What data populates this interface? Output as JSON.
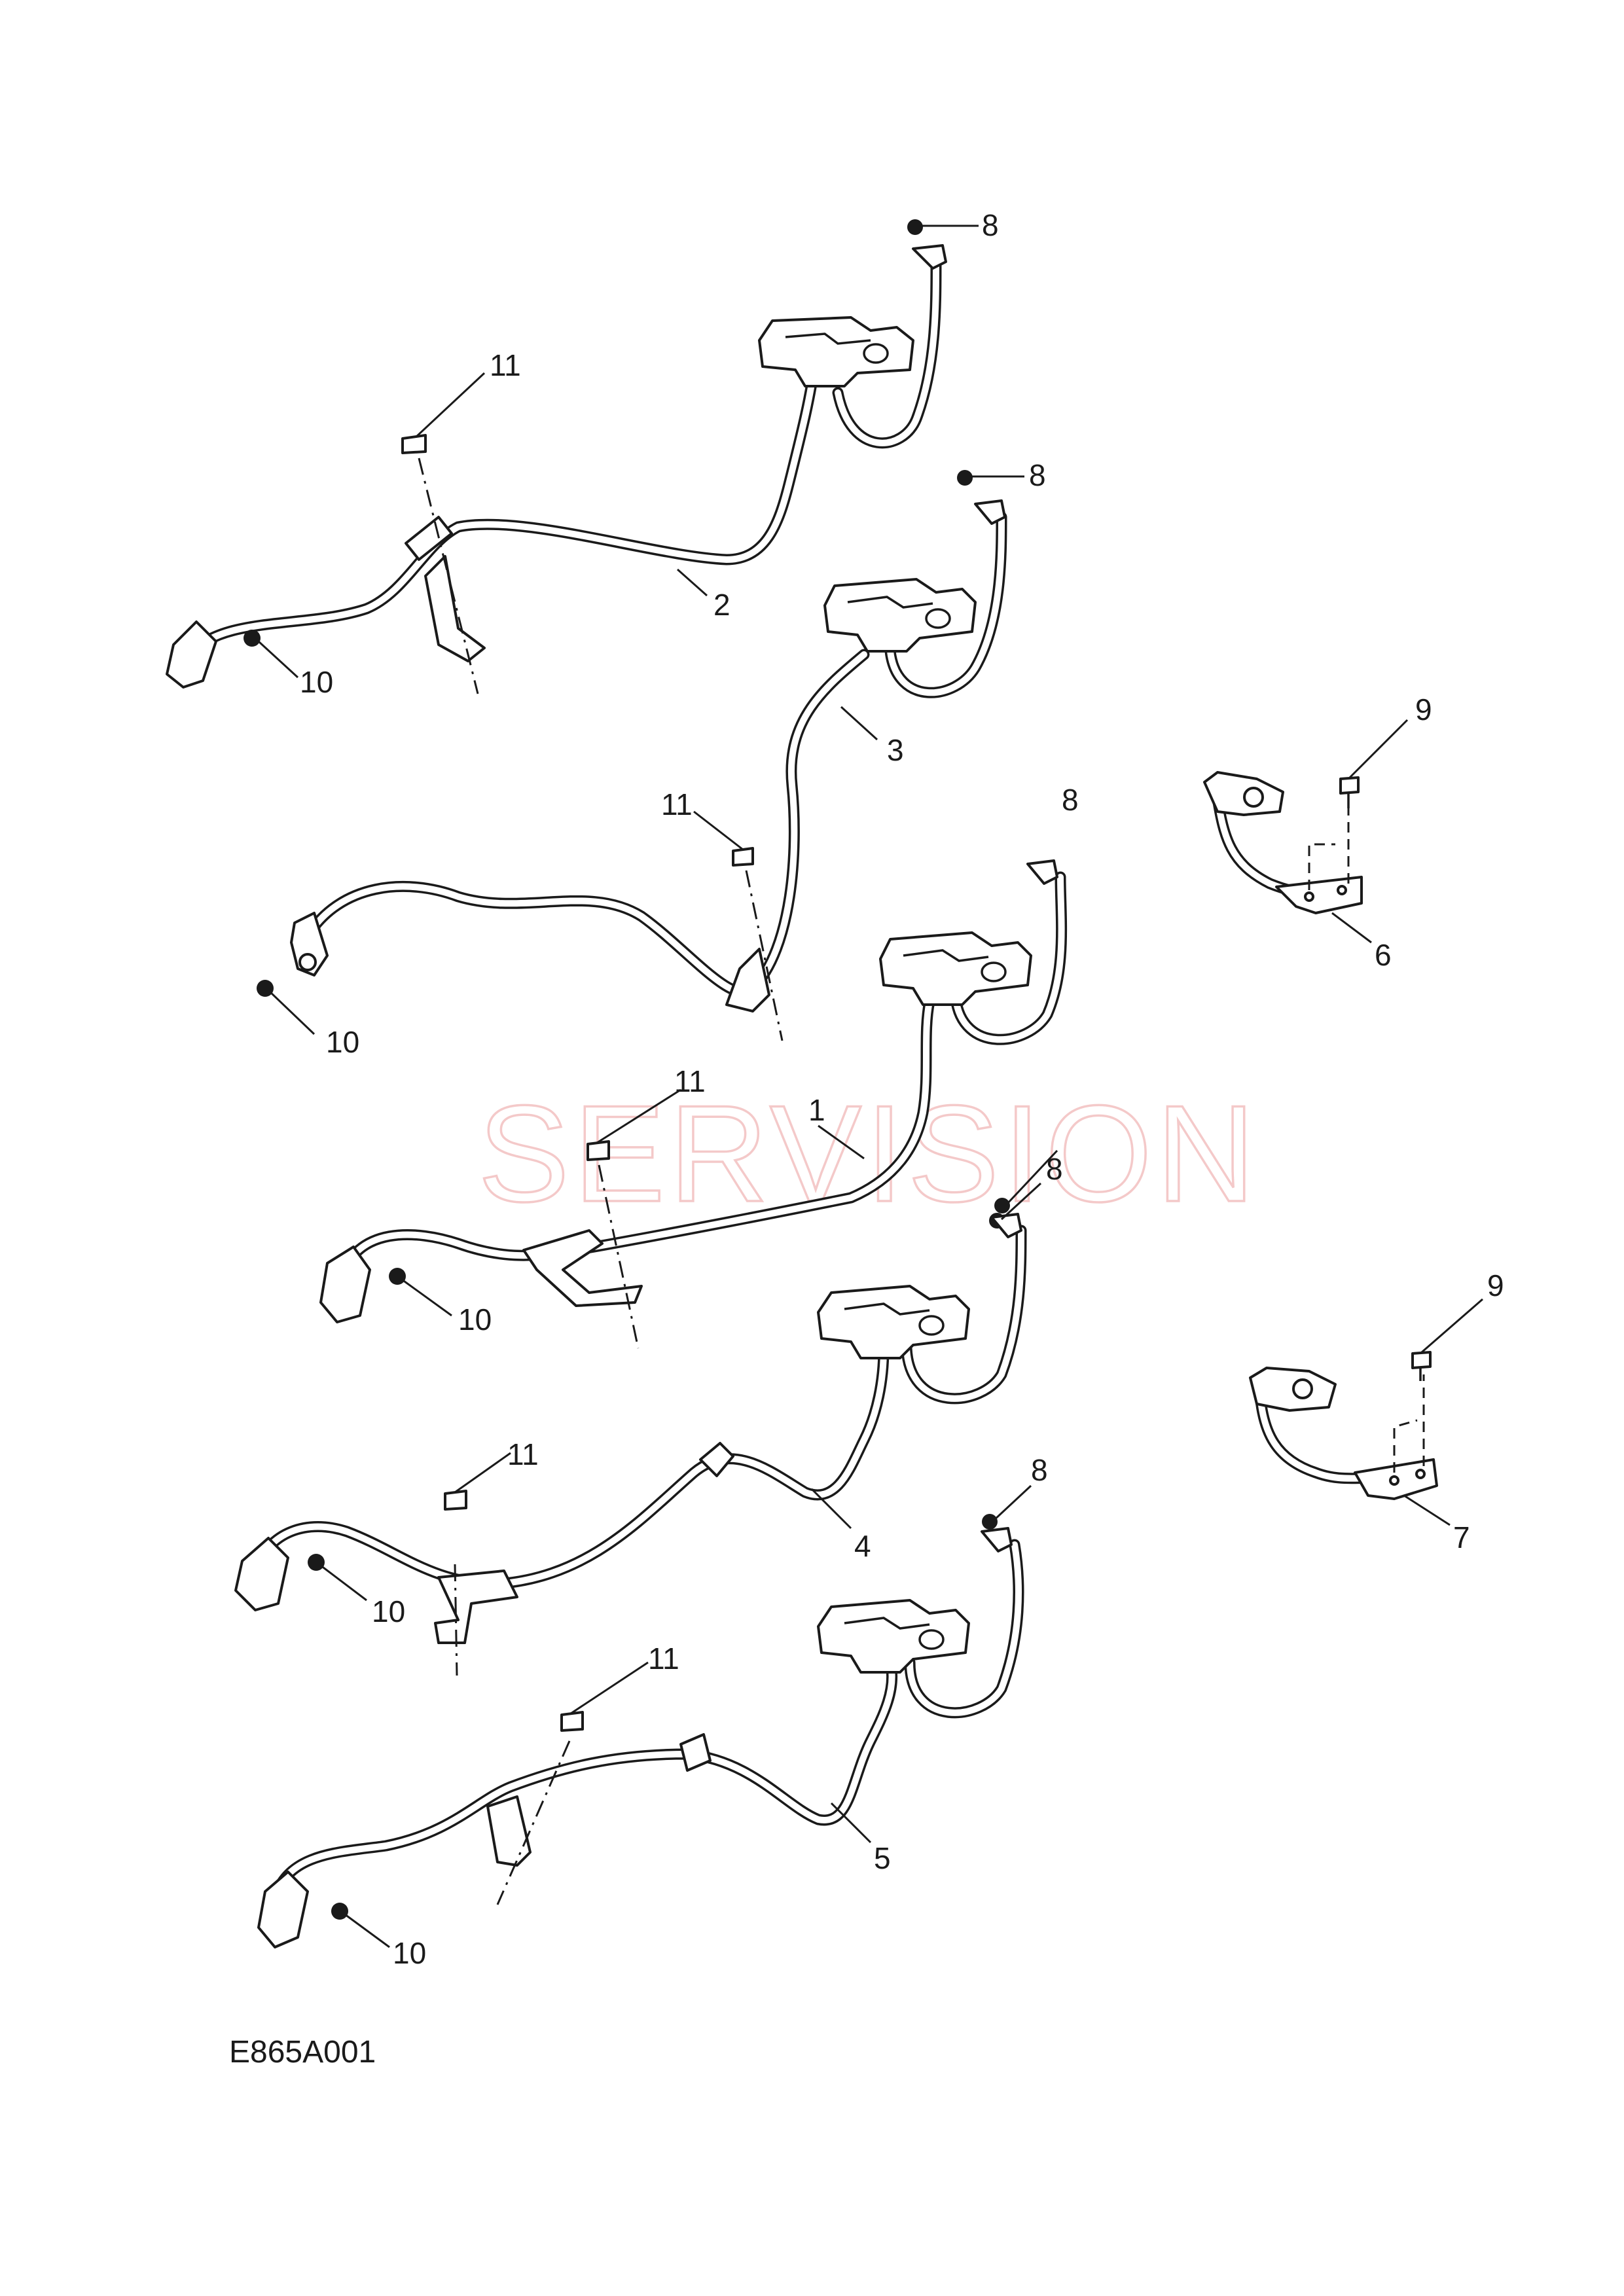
{
  "watermark": "SERVISION",
  "figure_code": "E865A001",
  "callouts": {
    "a1": "1",
    "a2": "2",
    "a3": "3",
    "a4": "4",
    "a5": "5",
    "a6": "6",
    "a7": "7",
    "b8_1": "8",
    "b8_2": "8",
    "b8_3": "8",
    "b8_4": "8",
    "b8_5": "8",
    "b9_1": "9",
    "b9_2": "9",
    "b10_1": "10",
    "b10_2": "10",
    "b10_3": "10",
    "b10_4": "10",
    "b10_5": "10",
    "b11_1": "11",
    "b11_2": "11",
    "b11_3": "11",
    "b11_4": "11",
    "b11_5": "11"
  }
}
